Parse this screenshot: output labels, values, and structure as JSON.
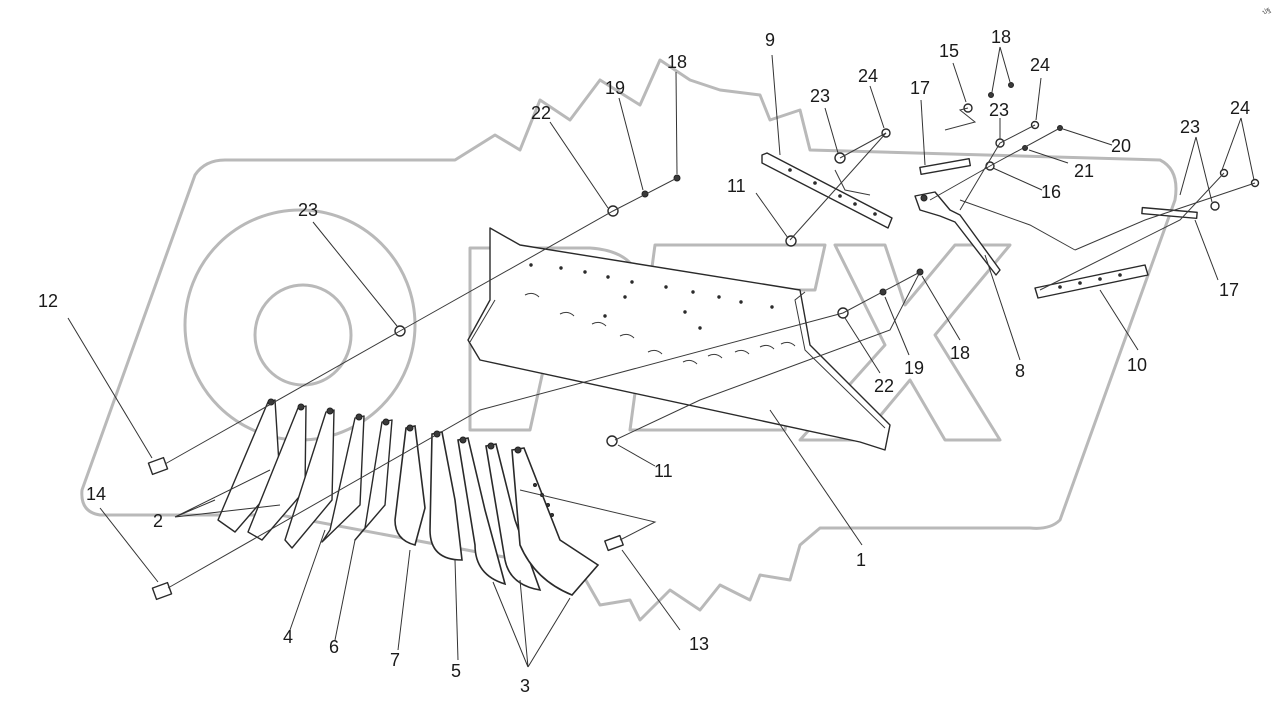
{
  "watermark": {
    "text": "OPEX"
  },
  "corner_mark": "ปฐ",
  "callouts": {
    "c1": "1",
    "c2": "2",
    "c3": "3",
    "c4": "4",
    "c5": "5",
    "c6": "6",
    "c7": "7",
    "c8": "8",
    "c9": "9",
    "c10": "10",
    "c11a": "11",
    "c11b": "11",
    "c12": "12",
    "c13": "13",
    "c14": "14",
    "c15": "15",
    "c16": "16",
    "c17a": "17",
    "c17b": "17",
    "c18a": "18",
    "c18b": "18",
    "c18c": "18",
    "c19a": "19",
    "c19b": "19",
    "c20": "20",
    "c21": "21",
    "c22a": "22",
    "c22b": "22",
    "c23a": "23",
    "c23b": "23",
    "c23c": "23",
    "c23d": "23",
    "c24a": "24",
    "c24b": "24",
    "c24c": "24"
  }
}
